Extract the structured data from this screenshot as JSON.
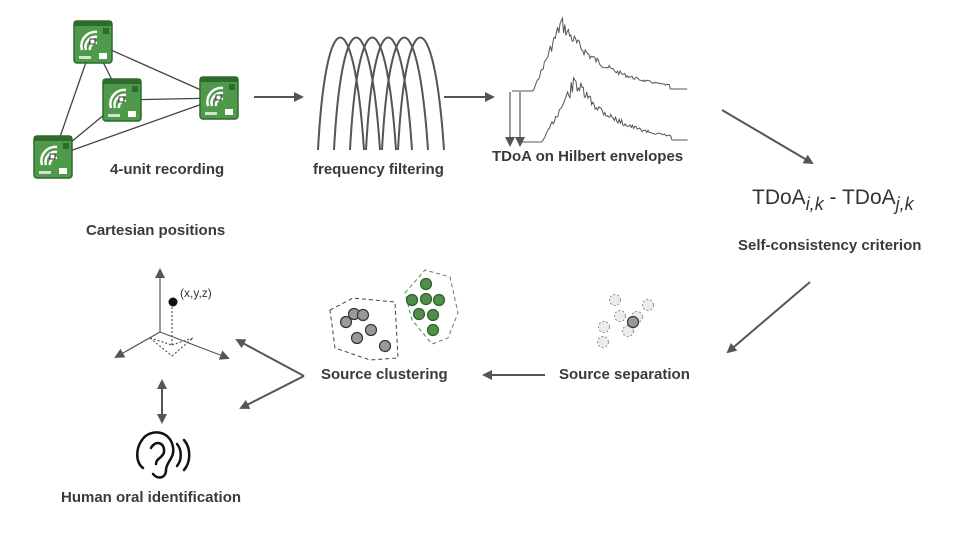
{
  "labels": {
    "recording": "4-unit recording",
    "cartesian": "Cartesian positions",
    "filtering": "frequency filtering",
    "tdoa": "TDoA on Hilbert envelopes",
    "criterion": "Self-consistency criterion",
    "separation": "Source separation",
    "clustering": "Source clustering",
    "human": "Human oral identification",
    "point": "(x,y,z)"
  },
  "formula": {
    "left": "TDoA",
    "left_sub": "i,k",
    "sep": " - ",
    "right": "TDoA",
    "right_sub": "j,k"
  },
  "colors": {
    "board": "#4f9a4a",
    "board_dark": "#2f6b2d",
    "green_dot": "#4f8f4a",
    "gray_dot": "#999999",
    "arrow": "#555555"
  },
  "icons": [
    "recorder-board-icon",
    "ear-icon",
    "axes-3d-icon"
  ]
}
